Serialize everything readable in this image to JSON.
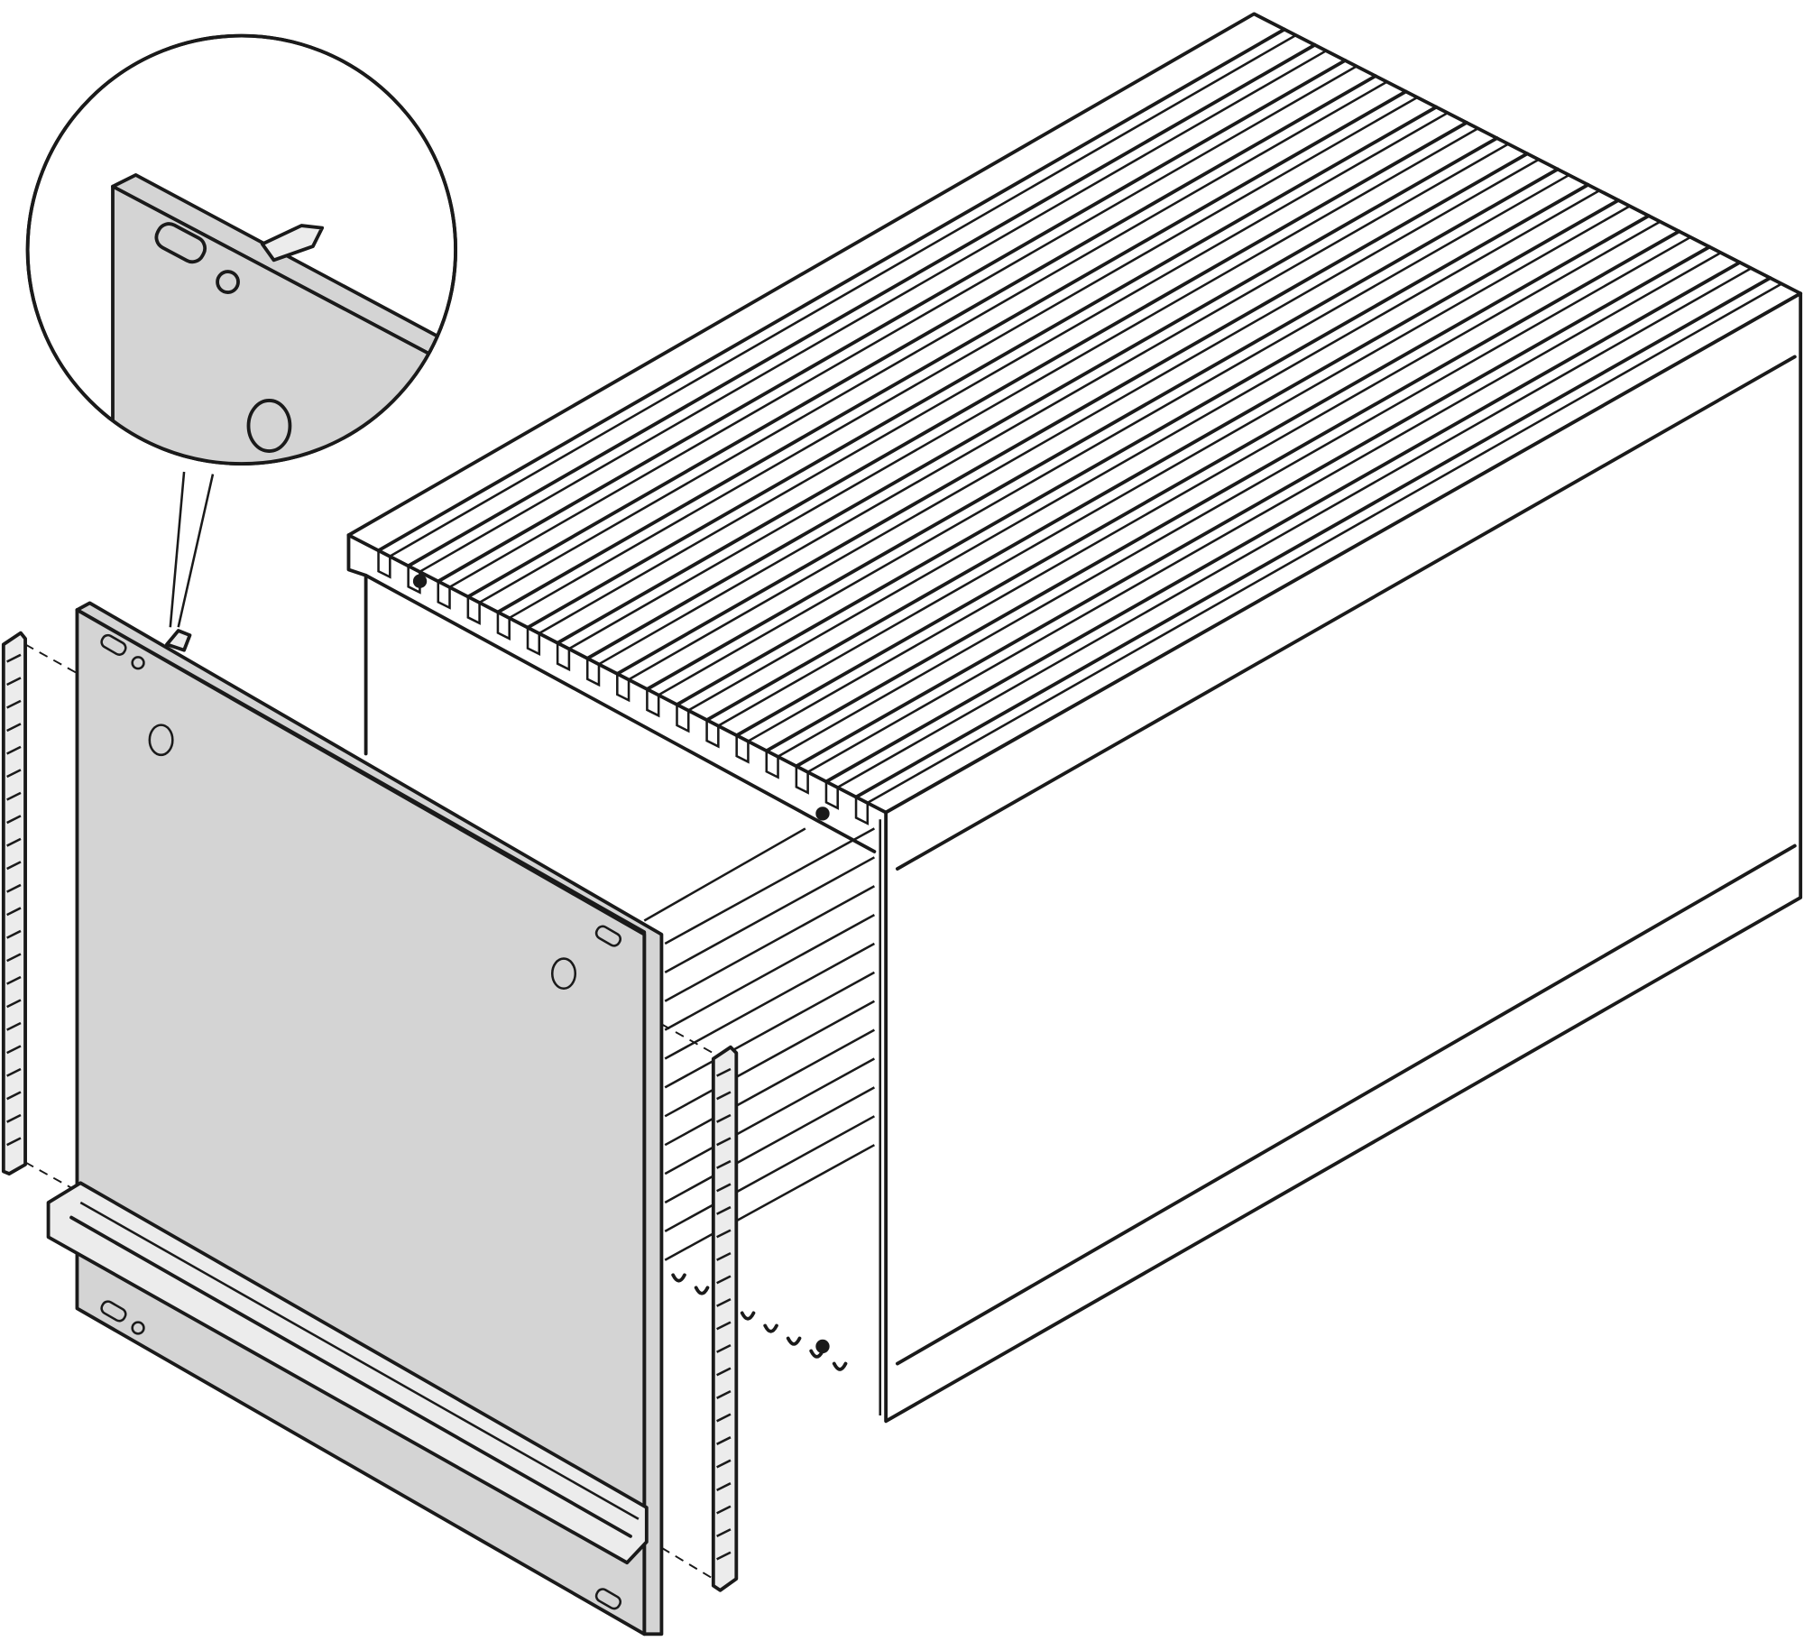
{
  "diagram": {
    "colors": {
      "outline": "#1a1a1a",
      "panel_fill": "#d4d4d4",
      "rail_fill": "#ececec",
      "background": "#ffffff"
    },
    "parts": [
      "magnifier-detail",
      "front-panel",
      "panel-rail",
      "left-guide-strip",
      "right-guide-strip",
      "subrack"
    ]
  }
}
